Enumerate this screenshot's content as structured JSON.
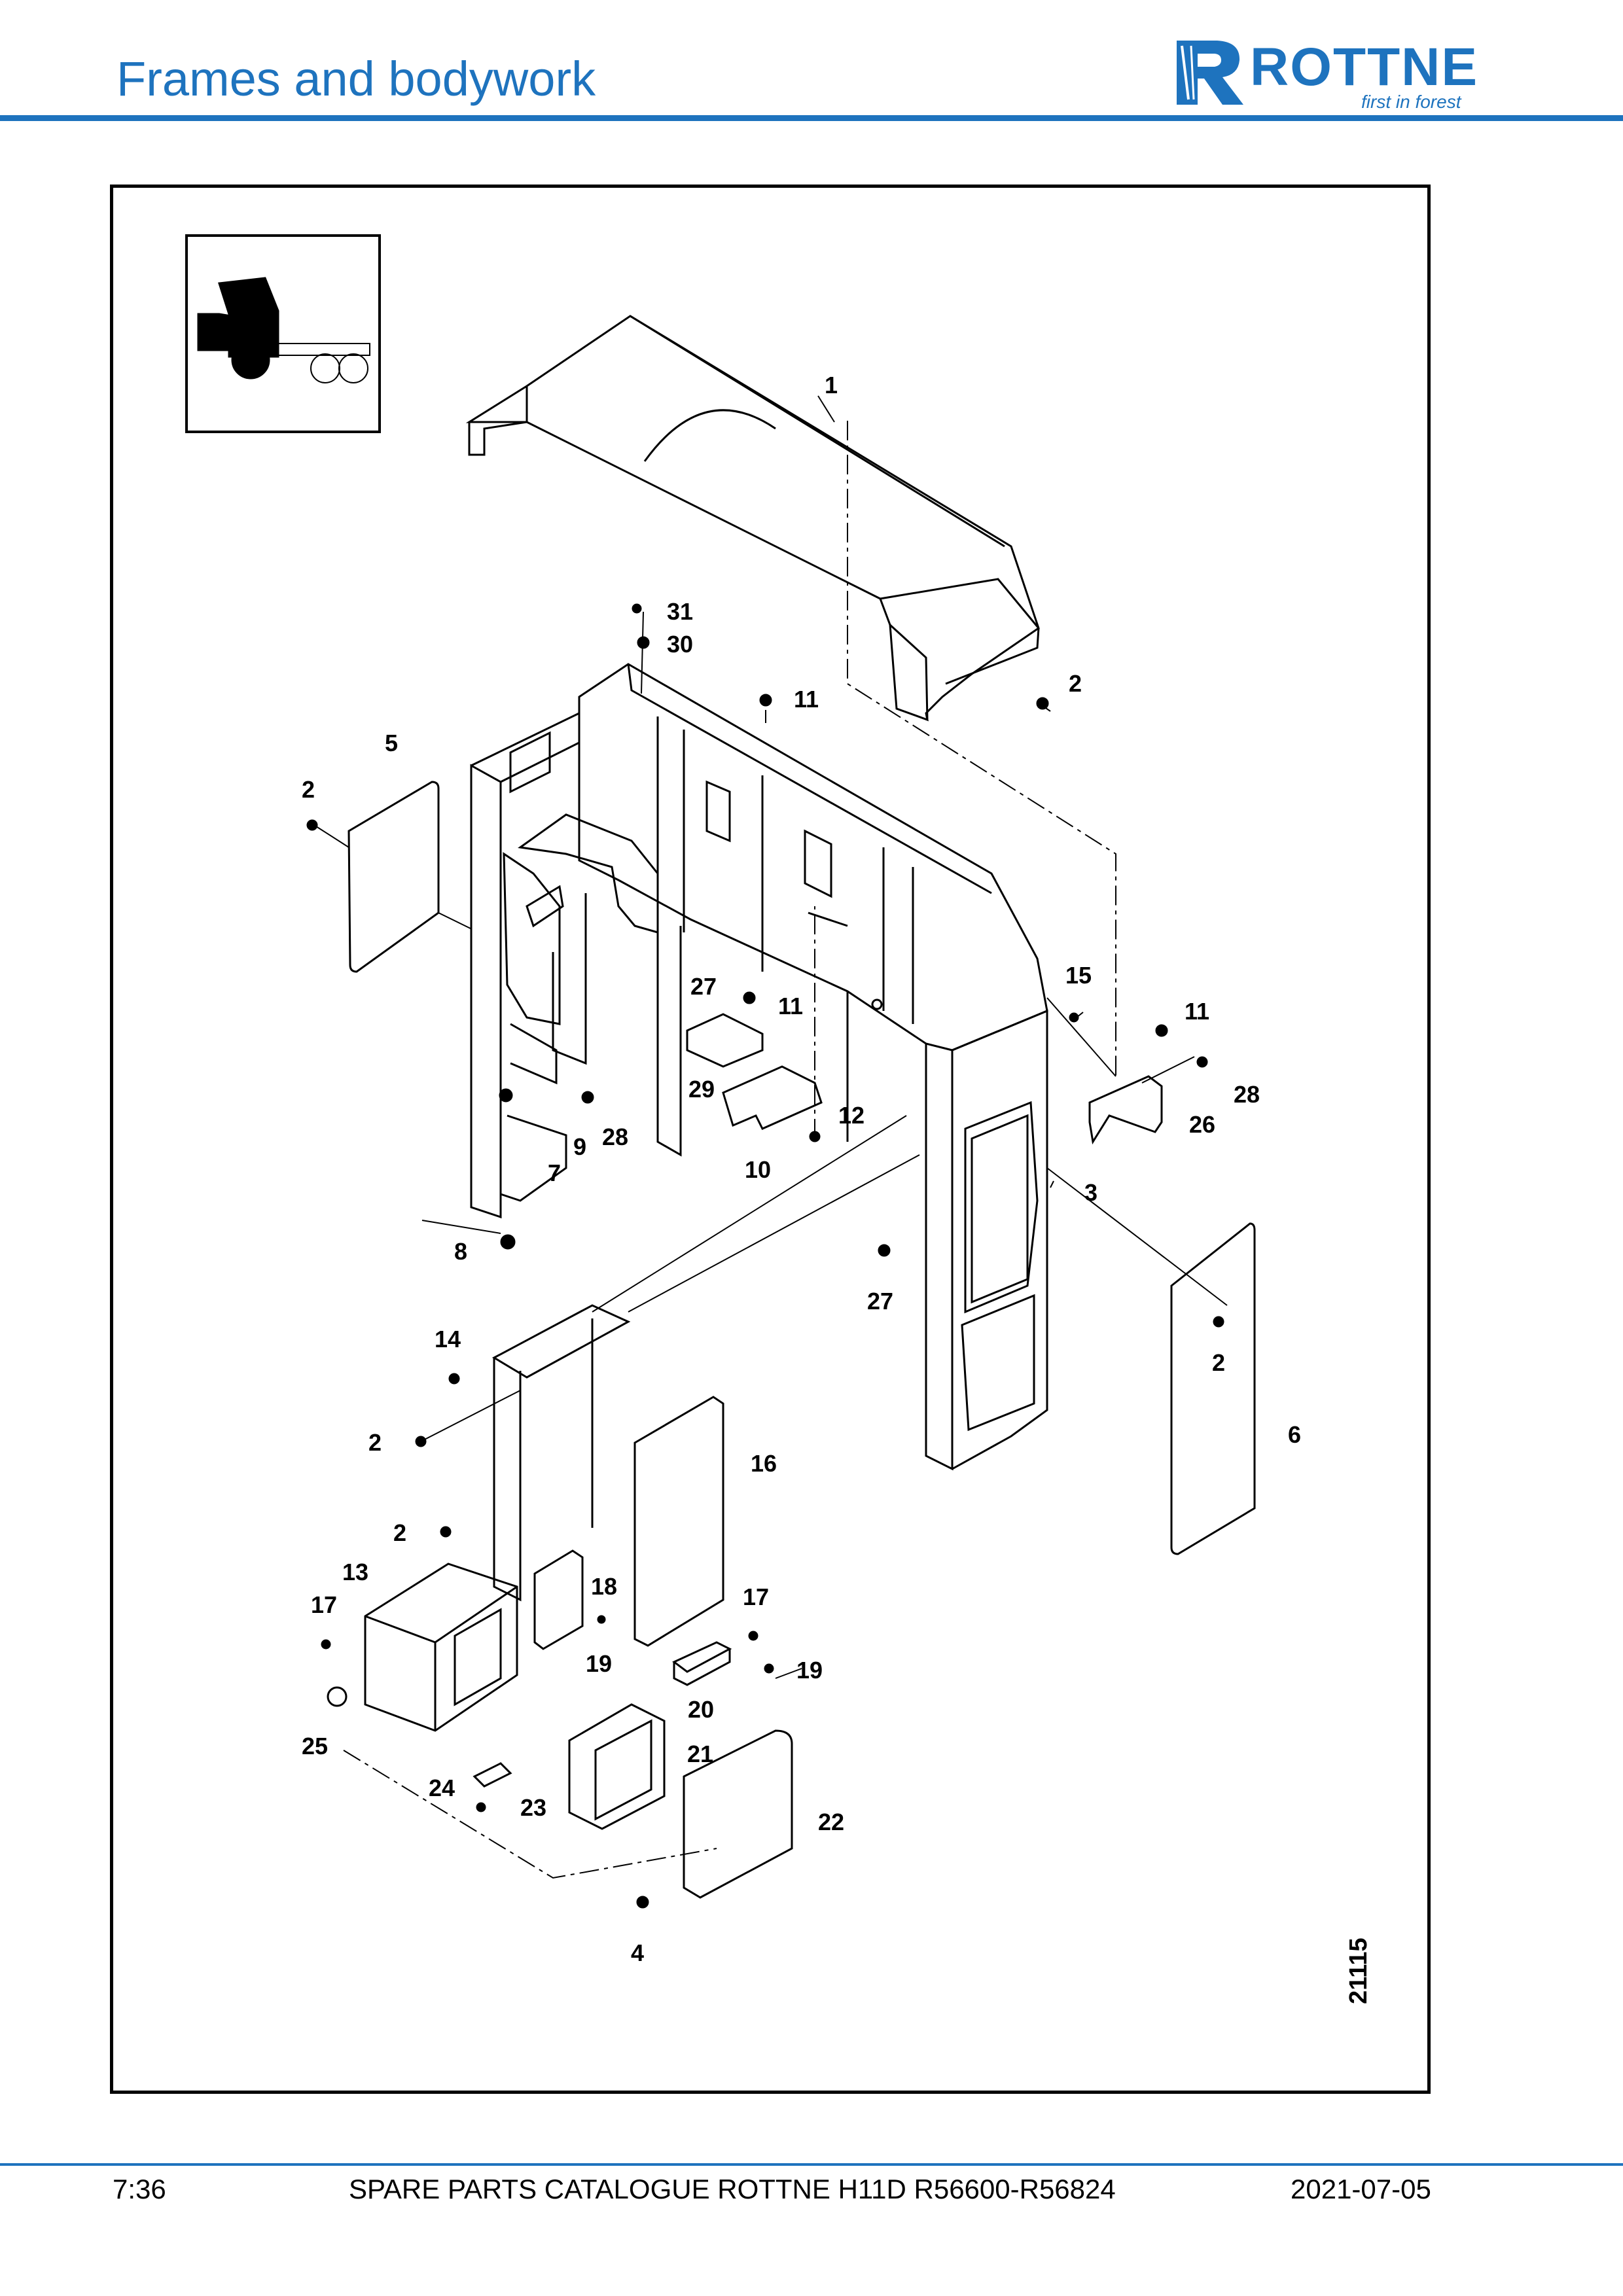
{
  "header": {
    "title": "Frames and bodywork",
    "logo_text": "ROTTNE",
    "logo_tagline": "first in forest"
  },
  "diagram": {
    "drawing_number": "21115",
    "callouts": [
      "1",
      "2",
      "2",
      "2",
      "2",
      "2",
      "2",
      "3",
      "4",
      "5",
      "6",
      "7",
      "8",
      "9",
      "10",
      "11",
      "11",
      "11",
      "12",
      "13",
      "14",
      "15",
      "16",
      "17",
      "17",
      "18",
      "19",
      "19",
      "20",
      "21",
      "22",
      "23",
      "24",
      "25",
      "26",
      "27",
      "27",
      "28",
      "28",
      "29",
      "30",
      "31"
    ]
  },
  "footer": {
    "page": "7:36",
    "catalogue": "SPARE PARTS CATALOGUE ROTTNE H11D R56600-R56824",
    "date": "2021-07-05"
  },
  "colors": {
    "brand_blue": "#1e73be",
    "line": "#000000"
  }
}
